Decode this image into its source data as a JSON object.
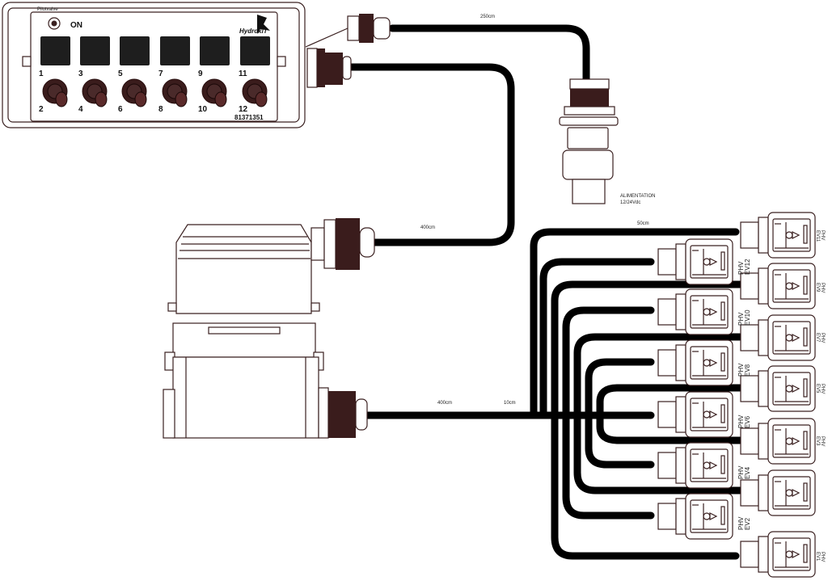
{
  "control_box": {
    "brand_small": "Pilotvalve",
    "status_label": "ON",
    "logo_text": "HydrokiT",
    "part_number": "81371351",
    "switch_labels_top": [
      "1",
      "3",
      "5",
      "7",
      "9",
      "11"
    ],
    "switch_labels_bottom": [
      "2",
      "4",
      "6",
      "8",
      "10",
      "12"
    ]
  },
  "cables": {
    "power_length": "250cm",
    "upper_length": "400cm",
    "lower_length": "400cm",
    "split_length": "10cm",
    "valve_length": "50cm"
  },
  "power": {
    "title": "ALIMENTATION",
    "voltage": "12/24Vdc"
  },
  "valve_labels": {
    "left_column": [
      {
        "line1": "PHV",
        "line2": "EV12"
      },
      {
        "line1": "PHV",
        "line2": "EV10"
      },
      {
        "line1": "PHV",
        "line2": "EV8"
      },
      {
        "line1": "PHV",
        "line2": "EV6"
      },
      {
        "line1": "PHV",
        "line2": "EV4"
      },
      {
        "line1": "PHV",
        "line2": "EV2"
      }
    ],
    "right_column": [
      {
        "line1": "PHV",
        "line2": "EV11"
      },
      {
        "line1": "PHV",
        "line2": "EV9"
      },
      {
        "line1": "PHV",
        "line2": "EV7"
      },
      {
        "line1": "PHV",
        "line2": "EV5"
      },
      {
        "line1": "PHV",
        "line2": "EV3"
      },
      {
        "line1": "PHV",
        "line2": "EV1"
      }
    ]
  },
  "colors": {
    "ink": "#3a2020",
    "cable": "#000000",
    "knob": "#3a1c1c"
  }
}
